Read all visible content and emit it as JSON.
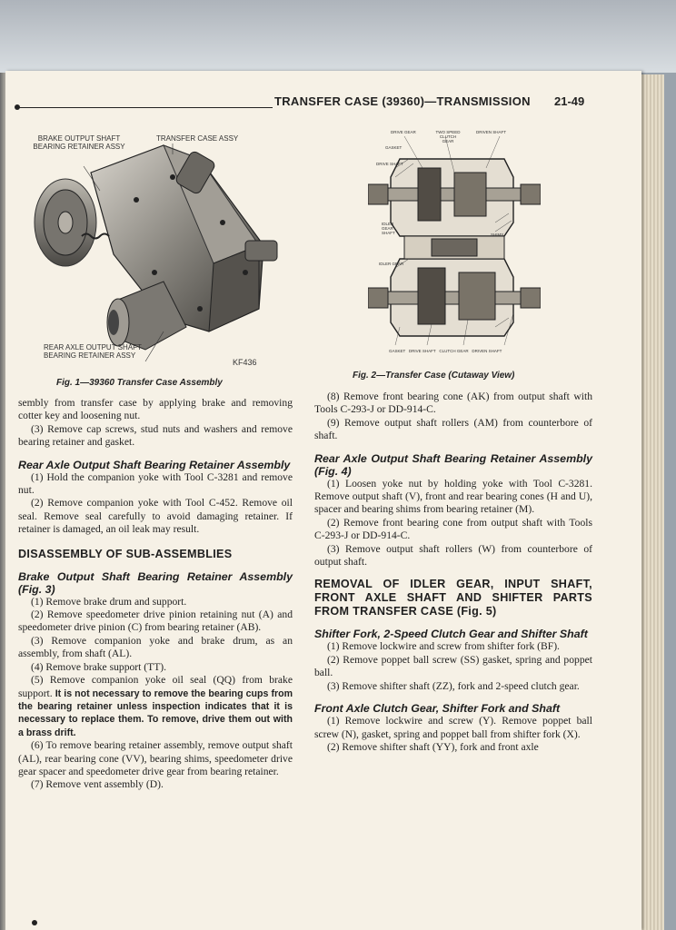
{
  "header": {
    "title": "TRANSFER CASE (39360)—TRANSMISSION",
    "page_number": "21-49"
  },
  "figure1": {
    "label_brake": "BRAKE OUTPUT SHAFT BEARING RETAINER ASSY",
    "label_case": "TRANSFER CASE ASSY",
    "label_rear": "REAR AXLE OUTPUT SHAFT BEARING RETAINER ASSY",
    "code": "KF436",
    "caption": "Fig. 1—39360 Transfer Case Assembly"
  },
  "figure2": {
    "label_drive_gear": "DRIVE GEAR",
    "label_two_speed": "TWO SPEED CLUTCH GEAR",
    "label_driven_shaft": "DRIVEN SHAFT",
    "label_gasket": "GASKET",
    "label_drive_shaft": "DRIVE SHAFT",
    "label_idler_shaft": "IDLER GEAR SHAFT",
    "label_shims": "SHIMS",
    "label_idler_gear": "IDLER GEAR",
    "label_bottom": "GASKET   DRIVE SHAFT   CLUTCH GEAR   DRIVEN SHAFT",
    "caption": "Fig. 2—Transfer Case (Cutaway View)"
  },
  "left": {
    "p1": "sembly from transfer case by applying brake and removing cotter key and loosening nut.",
    "p2": "(3) Remove cap screws, stud nuts and washers and remove bearing retainer and gasket.",
    "h_rear": "Rear Axle Output Shaft Bearing Retainer Assembly",
    "p3": "(1) Hold the companion yoke with Tool C-3281 and remove nut.",
    "p4": "(2) Remove companion yoke with Tool C-452. Remove oil seal. Remove seal carefully to avoid damaging retainer. If retainer is damaged, an oil leak may result.",
    "h_disassembly": "DISASSEMBLY OF SUB-ASSEMBLIES",
    "h_brake": "Brake Output Shaft Bearing Retainer Assembly (Fig. 3)",
    "p5": "(1) Remove brake drum and support.",
    "p6": "(2) Remove speedometer drive pinion retaining nut (A) and speedometer drive pinion (C) from bearing retainer (AB).",
    "p7": "(3) Remove companion yoke and brake drum, as an assembly, from shaft (AL).",
    "p8": "(4) Remove brake support (TT).",
    "p9a": "(5) Remove companion yoke oil seal (QQ) from brake support.",
    "p9b": "It is not necessary to remove the bearing cups from the bearing retainer unless inspection indicates that it is necessary to replace them. To remove, drive them out with a brass drift.",
    "p10": "(6) To remove bearing retainer assembly, remove output shaft (AL), rear bearing cone (VV), bearing shims, speedometer drive gear spacer and speedometer drive gear from bearing retainer.",
    "p11": "(7) Remove vent assembly (D)."
  },
  "right": {
    "p1": "(8) Remove front bearing cone (AK) from output shaft with Tools C-293-J or DD-914-C.",
    "p2": "(9) Remove output shaft rollers (AM) from counterbore of shaft.",
    "h_rear": "Rear Axle Output Shaft Bearing Retainer Assembly (Fig. 4)",
    "p3": "(1) Loosen yoke nut by holding yoke with Tool C-3281. Remove output shaft (V), front and rear bearing cones (H and U), spacer and bearing shims from bearing retainer (M).",
    "p4": "(2) Remove front bearing cone from output shaft with Tools C-293-J or DD-914-C.",
    "p5": "(3) Remove output shaft rollers (W) from counterbore of output shaft.",
    "h_removal": "REMOVAL OF IDLER GEAR, INPUT SHAFT, FRONT AXLE SHAFT AND SHIFTER PARTS FROM TRANSFER CASE (Fig. 5)",
    "h_shifter": "Shifter Fork, 2-Speed Clutch Gear and Shifter Shaft",
    "p6": "(1) Remove lockwire and screw from shifter fork (BF).",
    "p7": "(2) Remove poppet ball screw (SS) gasket, spring and poppet ball.",
    "p8": "(3) Remove shifter shaft (ZZ), fork and 2-speed clutch gear.",
    "h_front": "Front Axle Clutch Gear, Shifter Fork and Shaft",
    "p9": "(1) Remove lockwire and screw (Y). Remove poppet ball screw (N), gasket, spring and poppet ball from shifter fork (X).",
    "p10": "(2) Remove shifter shaft (YY), fork and front axle"
  }
}
